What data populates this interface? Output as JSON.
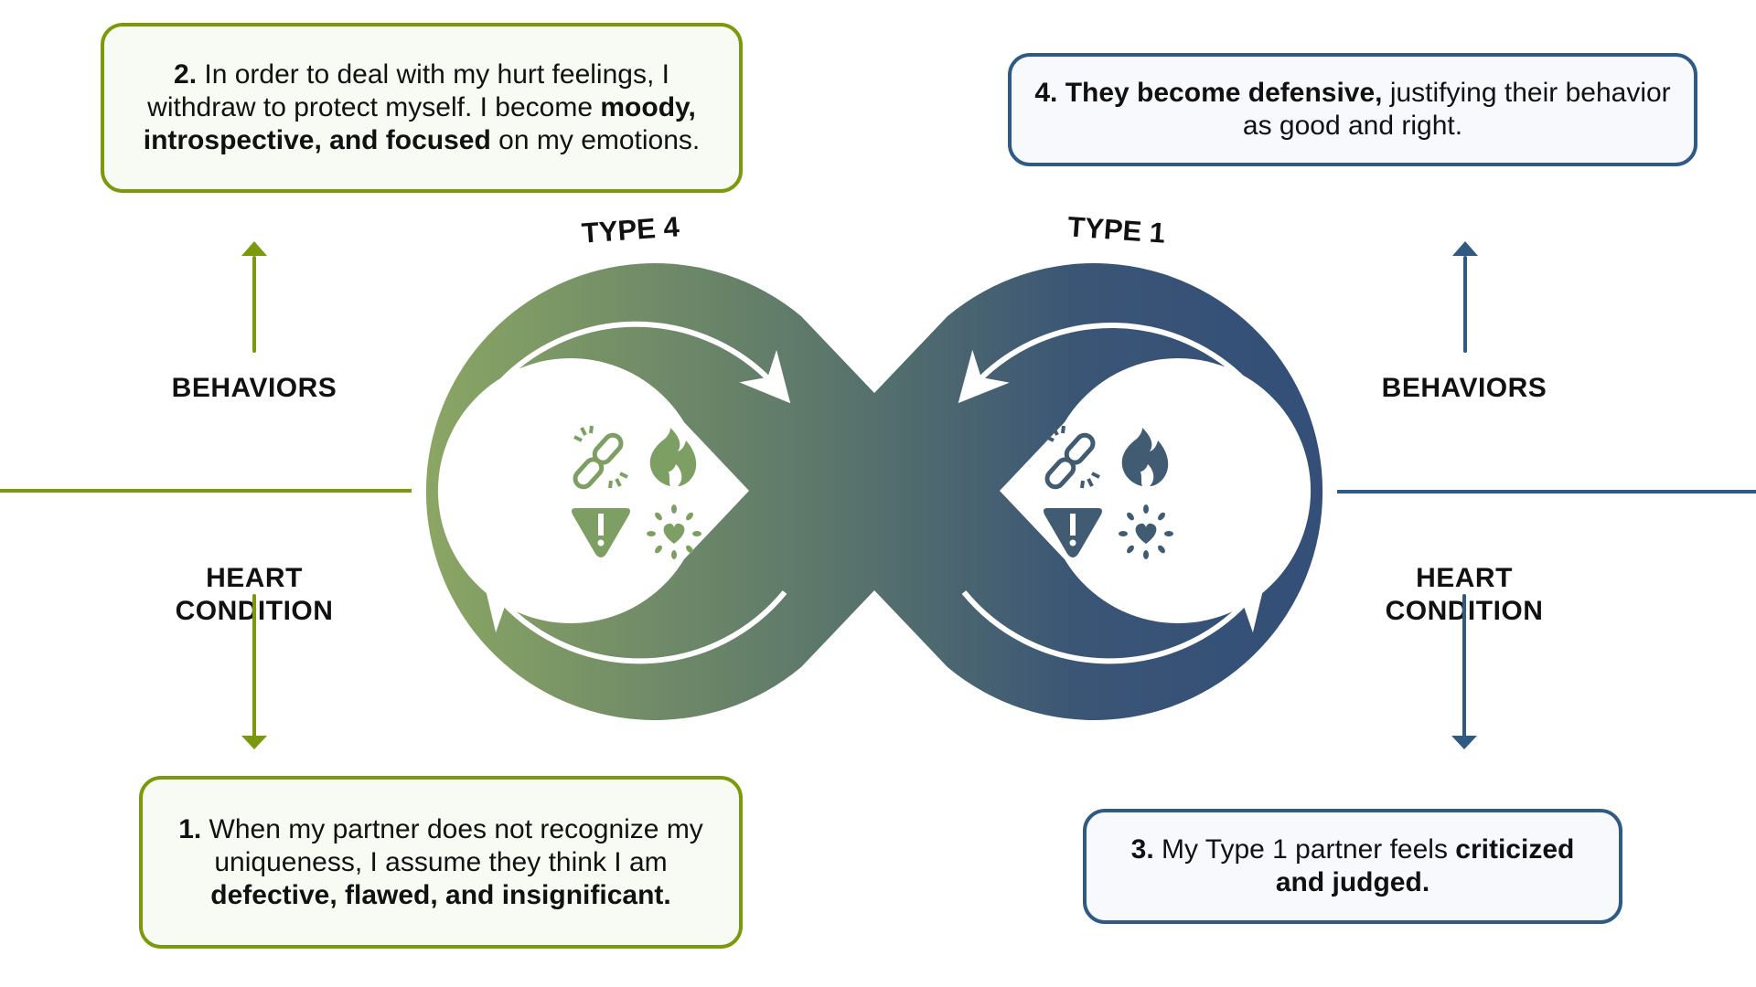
{
  "colors": {
    "green": "#7a9a0b",
    "blue": "#2e5a84",
    "loop_green": "#8ca862",
    "loop_blue": "#34507a",
    "icon_green": "#6e9064",
    "icon_blue": "#3b5676"
  },
  "boxes": {
    "step2": {
      "num": "2.",
      "parts": [
        {
          "t": " In order to deal with my hurt feelings, I withdraw to protect myself. I become ",
          "b": false
        },
        {
          "t": "moody, introspective, and focused",
          "b": true
        },
        {
          "t": " on my emotions.",
          "b": false
        }
      ]
    },
    "step4": {
      "num": "4.",
      "parts": [
        {
          "t": " They become defensive,",
          "b": true
        },
        {
          "t": " justifying their behavior as good and right.",
          "b": false
        }
      ]
    },
    "step1": {
      "num": "1.",
      "parts": [
        {
          "t": " When my partner does not recognize my uniqueness, I assume they think I am ",
          "b": false
        },
        {
          "t": "defective, flawed, and insignificant.",
          "b": true
        }
      ]
    },
    "step3": {
      "num": "3.",
      "parts": [
        {
          "t": " My Type 1 partner feels ",
          "b": false
        },
        {
          "t": "criticized and judged.",
          "b": true
        }
      ]
    }
  },
  "labels": {
    "left_behaviors": "BEHAVIORS",
    "left_heart": "HEART",
    "left_condition": "CONDITION",
    "right_behaviors": "BEHAVIORS",
    "right_heart": "HEART",
    "right_condition": "CONDITION",
    "type_left": "TYPE 4",
    "type_right": "TYPE 1"
  },
  "icons": [
    "broken-link-icon",
    "flame-icon",
    "warning-icon",
    "radiant-heart-icon"
  ]
}
